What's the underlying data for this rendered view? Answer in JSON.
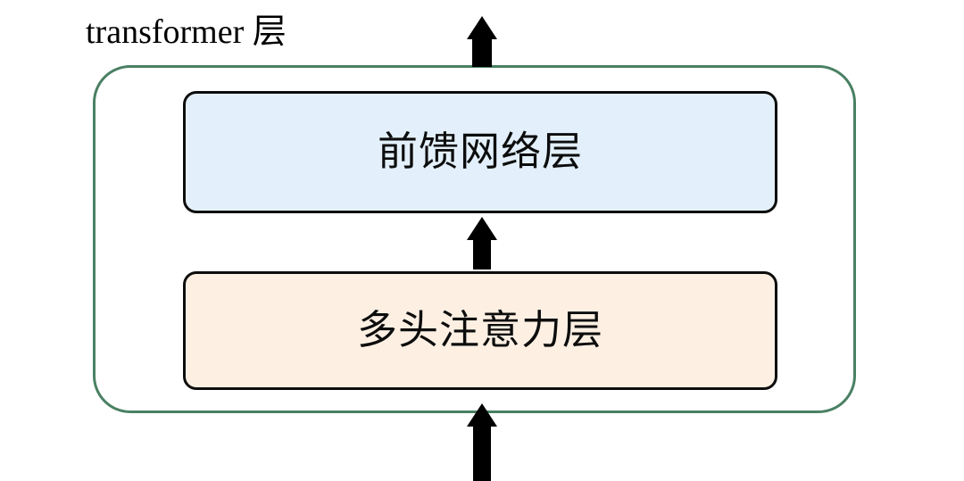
{
  "diagram": {
    "title": "transformer 层",
    "colors": {
      "container_border": "#4a8063",
      "block_border": "#0d0d0d",
      "ffn_fill": "#e3f0fb",
      "attention_fill": "#fdf0e3",
      "arrow": "#000000",
      "background": "#ffffff",
      "text": "#000000"
    },
    "container": {
      "name": "transformer 层",
      "blocks": [
        {
          "id": "ffn",
          "label": "前馈网络层"
        },
        {
          "id": "attention",
          "label": "多头注意力层"
        }
      ]
    },
    "arrows": [
      {
        "id": "input-arrow",
        "direction": "up",
        "from": "external-input",
        "to": "多头注意力层"
      },
      {
        "id": "attention-to-ffn-arrow",
        "direction": "up",
        "from": "多头注意力层",
        "to": "前馈网络层"
      },
      {
        "id": "output-arrow",
        "direction": "up",
        "from": "前馈网络层",
        "to": "external-output"
      }
    ]
  }
}
